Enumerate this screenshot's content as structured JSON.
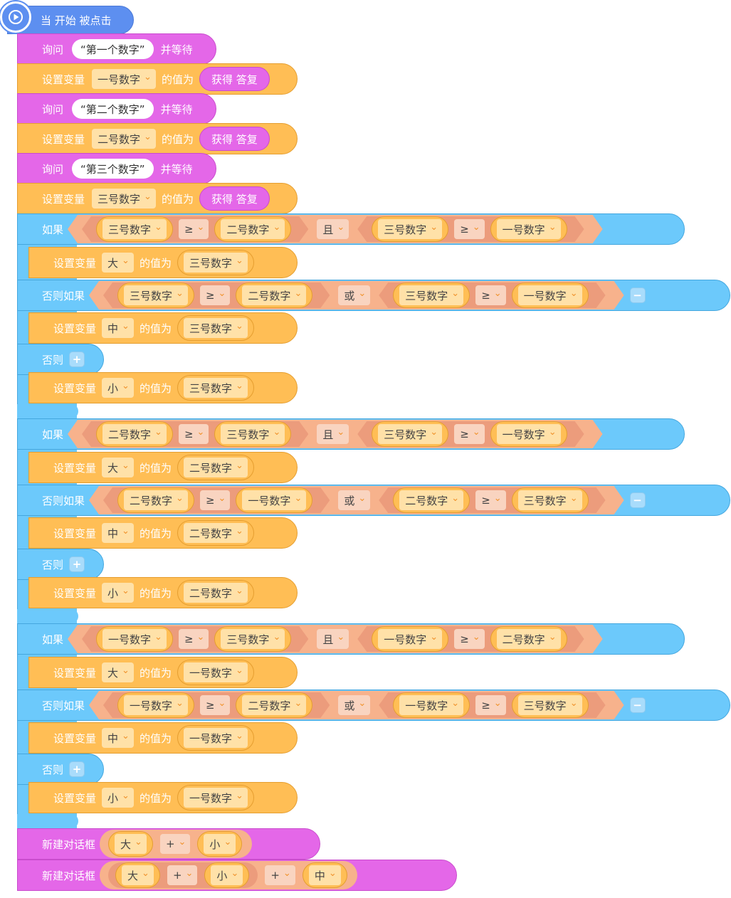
{
  "hat": {
    "label": "当 开始 被点击",
    "icon": "play-icon"
  },
  "ask": {
    "label": "询问",
    "wait": "并等待",
    "q1": "“第一个数字”",
    "q2": "“第二个数字”",
    "q3": "“第三个数字”"
  },
  "setvar": {
    "label": "设置变量",
    "value_of": "的值为",
    "answer": "获得 答复"
  },
  "vars": {
    "v1": "一号数字",
    "v2": "二号数字",
    "v3": "三号数字",
    "big": "大",
    "mid": "中",
    "small": "小"
  },
  "ctrl": {
    "if": "如果",
    "elseif": "否则如果",
    "else": "否则",
    "plus": "+",
    "minus": "−"
  },
  "ops": {
    "gte": "≥",
    "and": "且",
    "or": "或",
    "add": "+"
  },
  "dialog": {
    "label": "新建对话框"
  },
  "colors": {
    "event": "#5d8ff0",
    "looks": "#e467e8",
    "variable": "#ffbe55",
    "control": "#6cc9fb",
    "operator": "#f7b28c"
  }
}
